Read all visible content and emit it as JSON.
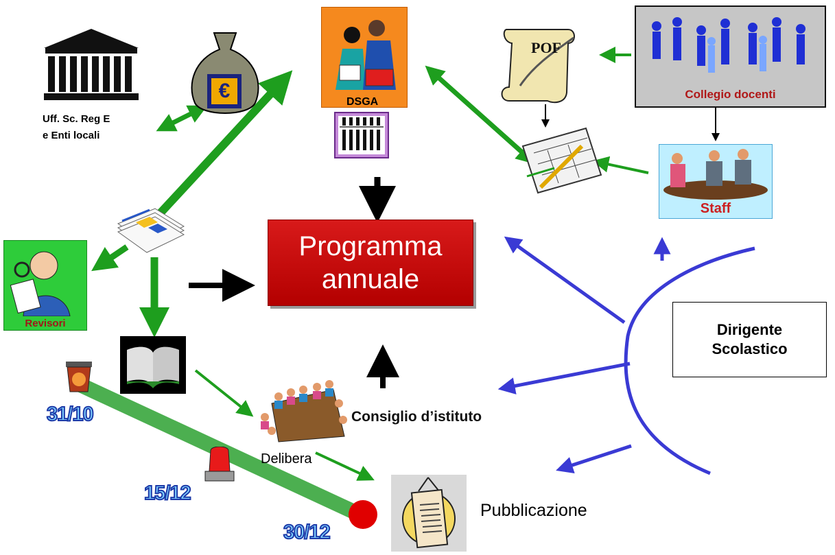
{
  "center": {
    "line1": "Programma",
    "line2": "annuale"
  },
  "dirigente": {
    "line1": "Dirigente",
    "line2": "Scolastico"
  },
  "nodes": {
    "uff_line1": "Uff. Sc. Reg E",
    "uff_line2": "e Enti  locali",
    "dsga": "DSGA",
    "pof": "POF",
    "collegio": "Collegio docenti",
    "staff": "Staff",
    "revisori": "Revisori",
    "consiglio": "Consiglio d’istituto",
    "delibera": "Delibera",
    "pubblicazione": "Pubblicazione",
    "euro_symbol": "€"
  },
  "timeline": {
    "d1": "31/10",
    "d2": "15/12",
    "d3": "30/12"
  },
  "colors": {
    "green": "#1e9e1e",
    "black": "#000000",
    "blue": "#3a3ad4",
    "timeline": "#4caf50",
    "red_box": "#c00000"
  }
}
